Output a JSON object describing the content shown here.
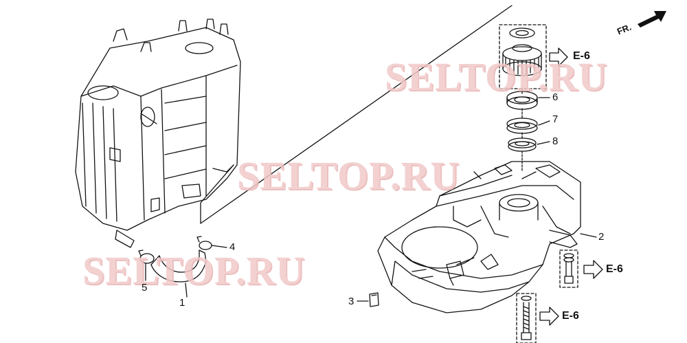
{
  "direction": {
    "label": "FR."
  },
  "watermark": {
    "text": "SELTOP.RU"
  },
  "callouts": {
    "c1": "1",
    "c2": "2",
    "c3": "3",
    "c4": "4",
    "c5": "5",
    "c6": "6",
    "c7": "7",
    "c8": "8"
  },
  "references": {
    "top": "E-6",
    "right": "E-6",
    "bottom": "E-6"
  },
  "colors": {
    "line": "#111111",
    "watermark": "#f1c9c9"
  }
}
